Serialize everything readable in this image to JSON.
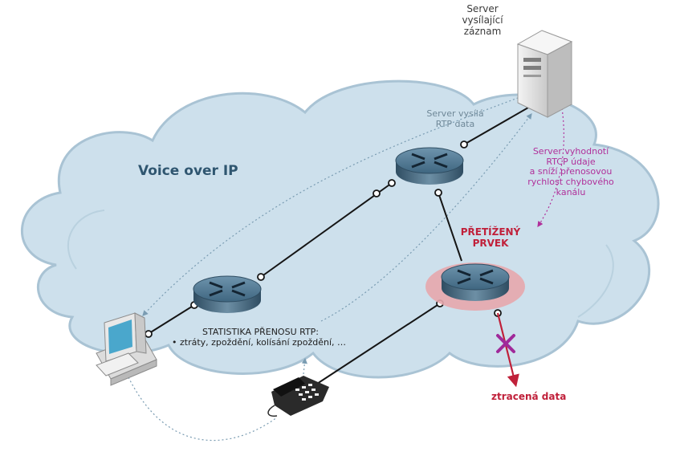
{
  "diagram": {
    "title": "Voice over IP",
    "server_label": [
      "Server",
      "vysílající",
      "záznam"
    ],
    "server_sends": [
      "Server vysílá",
      "RTP data"
    ],
    "server_evaluates": [
      "Server vyhodnotí",
      "RTCP údaje",
      "a sníží přenosovou",
      "rychlost chybového",
      "kanálu"
    ],
    "overloaded": [
      "PŘETÍŽENÝ",
      "PRVEK"
    ],
    "stats_title": "STATISTIKA PŘENOSU RTP:",
    "stats_items": "• ztráty, zpoždění, kolísání zpoždění, …",
    "lost_data": "ztracená data",
    "colors": {
      "cloud": "#cde0ec",
      "cloud_edge": "#a9c3d4",
      "link": "#151515",
      "magenta": "#b0309a",
      "red": "#c0203a",
      "router": "#4d7590"
    },
    "icons": [
      "cloud",
      "server-tower-icon",
      "router-icon",
      "desktop-computer-icon",
      "telephone-icon",
      "packet-loss-x-icon"
    ]
  }
}
